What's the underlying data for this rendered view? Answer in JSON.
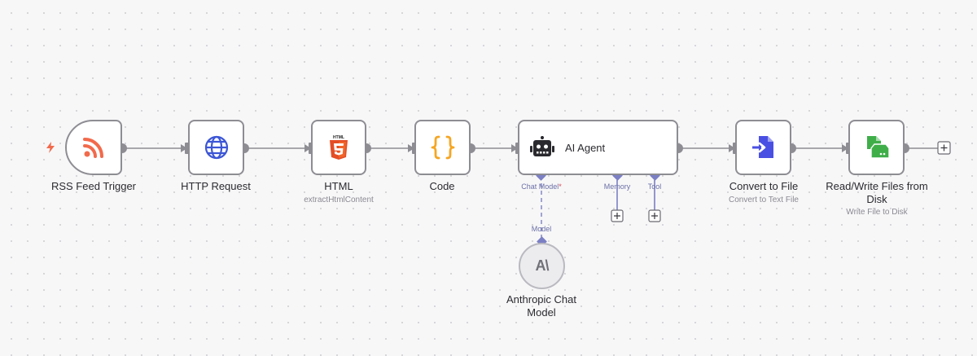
{
  "nodes": [
    {
      "name": "RSS Feed Trigger",
      "icon": "rss-icon"
    },
    {
      "name": "HTTP Request",
      "icon": "globe-icon"
    },
    {
      "name": "HTML",
      "subtitle": "extractHtmlContent",
      "icon": "html5-icon"
    },
    {
      "name": "Code",
      "icon": "code-braces-icon"
    },
    {
      "name": "AI Agent",
      "icon": "robot-icon"
    },
    {
      "name": "Convert to File",
      "subtitle": "Convert to Text File",
      "icon": "convert-file-icon"
    },
    {
      "name": "Read/Write Files from Disk",
      "subtitle": "Write File to Disk",
      "icon": "disk-file-icon"
    },
    {
      "name": "Anthropic Chat Model",
      "icon": "anthropic-icon",
      "icon_text": "A\\"
    }
  ],
  "agent_ports": {
    "chat_model": "Chat Model",
    "chat_model_required": "*",
    "memory": "Memory",
    "tool": "Tool"
  },
  "model_port": "Model",
  "colors": {
    "node_border": "#8d8d93",
    "edge": "#8d8d93",
    "port_accent": "#7b7fc4",
    "rss": "#f26a4b",
    "globe": "#3c56d6",
    "html5": "#e44d26",
    "code": "#f5a623",
    "convert": "#4a4fe3",
    "disk": "#3fae49"
  }
}
